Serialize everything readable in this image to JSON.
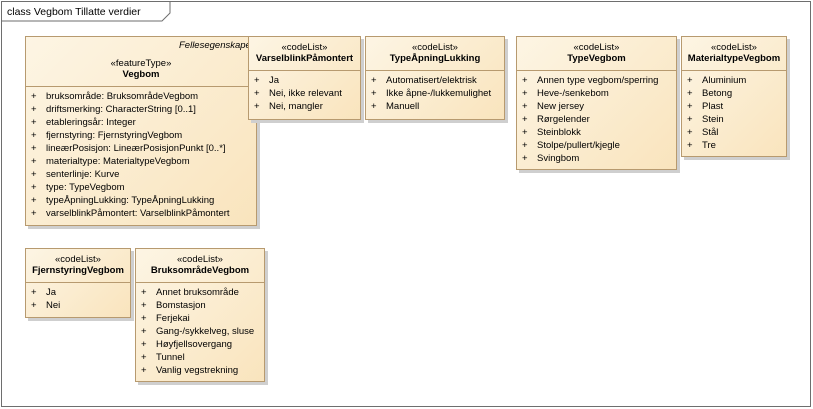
{
  "diagram": {
    "title": "class Vegbom Tillatte verdier"
  },
  "classes": {
    "vegbom": {
      "tag": "Fellesegenskaper",
      "stereotype": "«featureType»",
      "name": "Vegbom",
      "attributes": [
        {
          "vis": "+",
          "text": "bruksområde: BruksområdeVegbom"
        },
        {
          "vis": "+",
          "text": "driftsmerking: CharacterString [0..1]"
        },
        {
          "vis": "+",
          "text": "etableringsår: Integer"
        },
        {
          "vis": "+",
          "text": "fjernstyring: FjernstyringVegbom"
        },
        {
          "vis": "+",
          "text": "lineærPosisjon: LineærPosisjonPunkt [0..*]"
        },
        {
          "vis": "+",
          "text": "materialtype: MaterialtypeVegbom"
        },
        {
          "vis": "+",
          "text": "senterlinje: Kurve"
        },
        {
          "vis": "+",
          "text": "type: TypeVegbom"
        },
        {
          "vis": "+",
          "text": "typeÅpningLukking: TypeÅpningLukking"
        },
        {
          "vis": "+",
          "text": "varselblinkPåmontert: VarselblinkPåmontert"
        }
      ]
    },
    "varselblink": {
      "stereotype": "«codeList»",
      "name": "VarselblinkPåmontert",
      "attributes": [
        {
          "vis": "+",
          "text": "Ja"
        },
        {
          "vis": "+",
          "text": "Nei, ikke relevant"
        },
        {
          "vis": "+",
          "text": "Nei, mangler"
        }
      ]
    },
    "typeapning": {
      "stereotype": "«codeList»",
      "name": "TypeÅpningLukking",
      "attributes": [
        {
          "vis": "+",
          "text": "Automatisert/elektrisk"
        },
        {
          "vis": "+",
          "text": "Ikke åpne-/lukkemulighet"
        },
        {
          "vis": "+",
          "text": "Manuell"
        }
      ]
    },
    "typevegbom": {
      "stereotype": "«codeList»",
      "name": "TypeVegbom",
      "attributes": [
        {
          "vis": "+",
          "text": "Annen type vegbom/sperring"
        },
        {
          "vis": "+",
          "text": "Heve-/senkebom"
        },
        {
          "vis": "+",
          "text": "New jersey"
        },
        {
          "vis": "+",
          "text": "Rørgelender"
        },
        {
          "vis": "+",
          "text": "Steinblokk"
        },
        {
          "vis": "+",
          "text": "Stolpe/pullert/kjegle"
        },
        {
          "vis": "+",
          "text": "Svingbom"
        }
      ]
    },
    "materialtype": {
      "stereotype": "«codeList»",
      "name": "MaterialtypeVegbom",
      "attributes": [
        {
          "vis": "+",
          "text": "Aluminium"
        },
        {
          "vis": "+",
          "text": "Betong"
        },
        {
          "vis": "+",
          "text": "Plast"
        },
        {
          "vis": "+",
          "text": "Stein"
        },
        {
          "vis": "+",
          "text": "Stål"
        },
        {
          "vis": "+",
          "text": "Tre"
        }
      ]
    },
    "fjernstyring": {
      "stereotype": "«codeList»",
      "name": "FjernstyringVegbom",
      "attributes": [
        {
          "vis": "+",
          "text": "Ja"
        },
        {
          "vis": "+",
          "text": "Nei"
        }
      ]
    },
    "bruksomrade": {
      "stereotype": "«codeList»",
      "name": "BruksområdeVegbom",
      "attributes": [
        {
          "vis": "+",
          "text": "Annet bruksområde"
        },
        {
          "vis": "+",
          "text": "Bomstasjon"
        },
        {
          "vis": "+",
          "text": "Ferjekai"
        },
        {
          "vis": "+",
          "text": "Gang-/sykkelveg, sluse"
        },
        {
          "vis": "+",
          "text": "Høyfjellsovergang"
        },
        {
          "vis": "+",
          "text": "Tunnel"
        },
        {
          "vis": "+",
          "text": "Vanlig vegstrekning"
        }
      ]
    }
  }
}
